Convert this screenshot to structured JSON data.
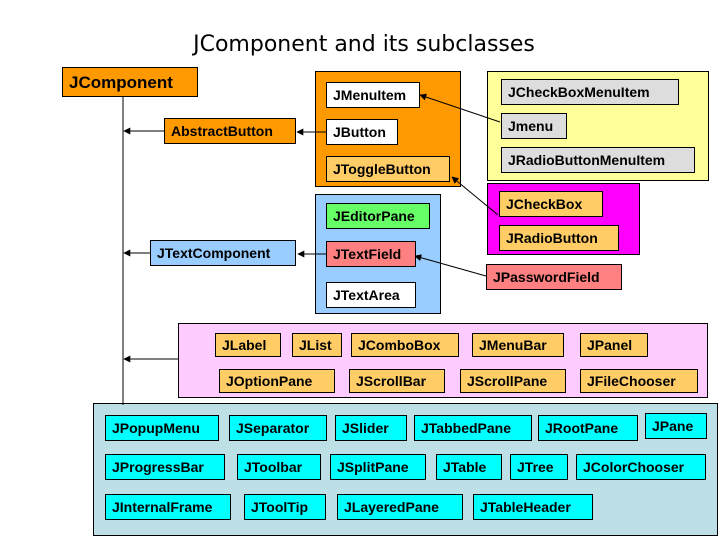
{
  "title": "JComponent and its subclasses",
  "colors": {
    "root": "#ff9900",
    "abstract_button": "#ff9900",
    "button_group": "#ff9900",
    "menu_group": "#ffff99",
    "toggle_group": "#ff00ff",
    "text_group": "#99ccff",
    "middle_group": "#ffccff",
    "bottom_group": "#bde0e6",
    "white_box": "#ffffff",
    "gray_box": "#dddddd",
    "yellow_box": "#ffcc66",
    "green_box": "#66ff66",
    "salmon_box": "#ff8080",
    "blue_box": "#99ccff",
    "cyan_box": "#00ffff"
  },
  "root": {
    "label": "JComponent"
  },
  "abstract_button": {
    "label": "AbstractButton"
  },
  "button_group": {
    "items": [
      "JMenuItem",
      "JButton",
      "JToggleButton"
    ]
  },
  "menu_group": {
    "items": [
      "JCheckBoxMenuItem",
      "Jmenu",
      "JRadioButtonMenuItem"
    ]
  },
  "toggle_group": {
    "items": [
      "JCheckBox",
      "JRadioButton"
    ]
  },
  "text_component": {
    "label": "JTextComponent"
  },
  "text_group": {
    "items": [
      "JEditorPane",
      "JTextField",
      "JTextArea"
    ]
  },
  "password_field": {
    "label": "JPasswordField"
  },
  "middle_group": {
    "items": [
      "JLabel",
      "JList",
      "JComboBox",
      "JMenuBar",
      "JPanel",
      "JOptionPane",
      "JScrollBar",
      "JScrollPane",
      "JFileChooser"
    ]
  },
  "bottom_group": {
    "items": [
      "JPopupMenu",
      "JSeparator",
      "JSlider",
      "JTabbedPane",
      "JRootPane",
      "JPane",
      "JProgressBar",
      "JToolbar",
      "JSplitPane",
      "JTable",
      "JTree",
      "JColorChooser",
      "JInternalFrame",
      "JToolTip",
      "JLayeredPane",
      "JTableHeader"
    ]
  }
}
